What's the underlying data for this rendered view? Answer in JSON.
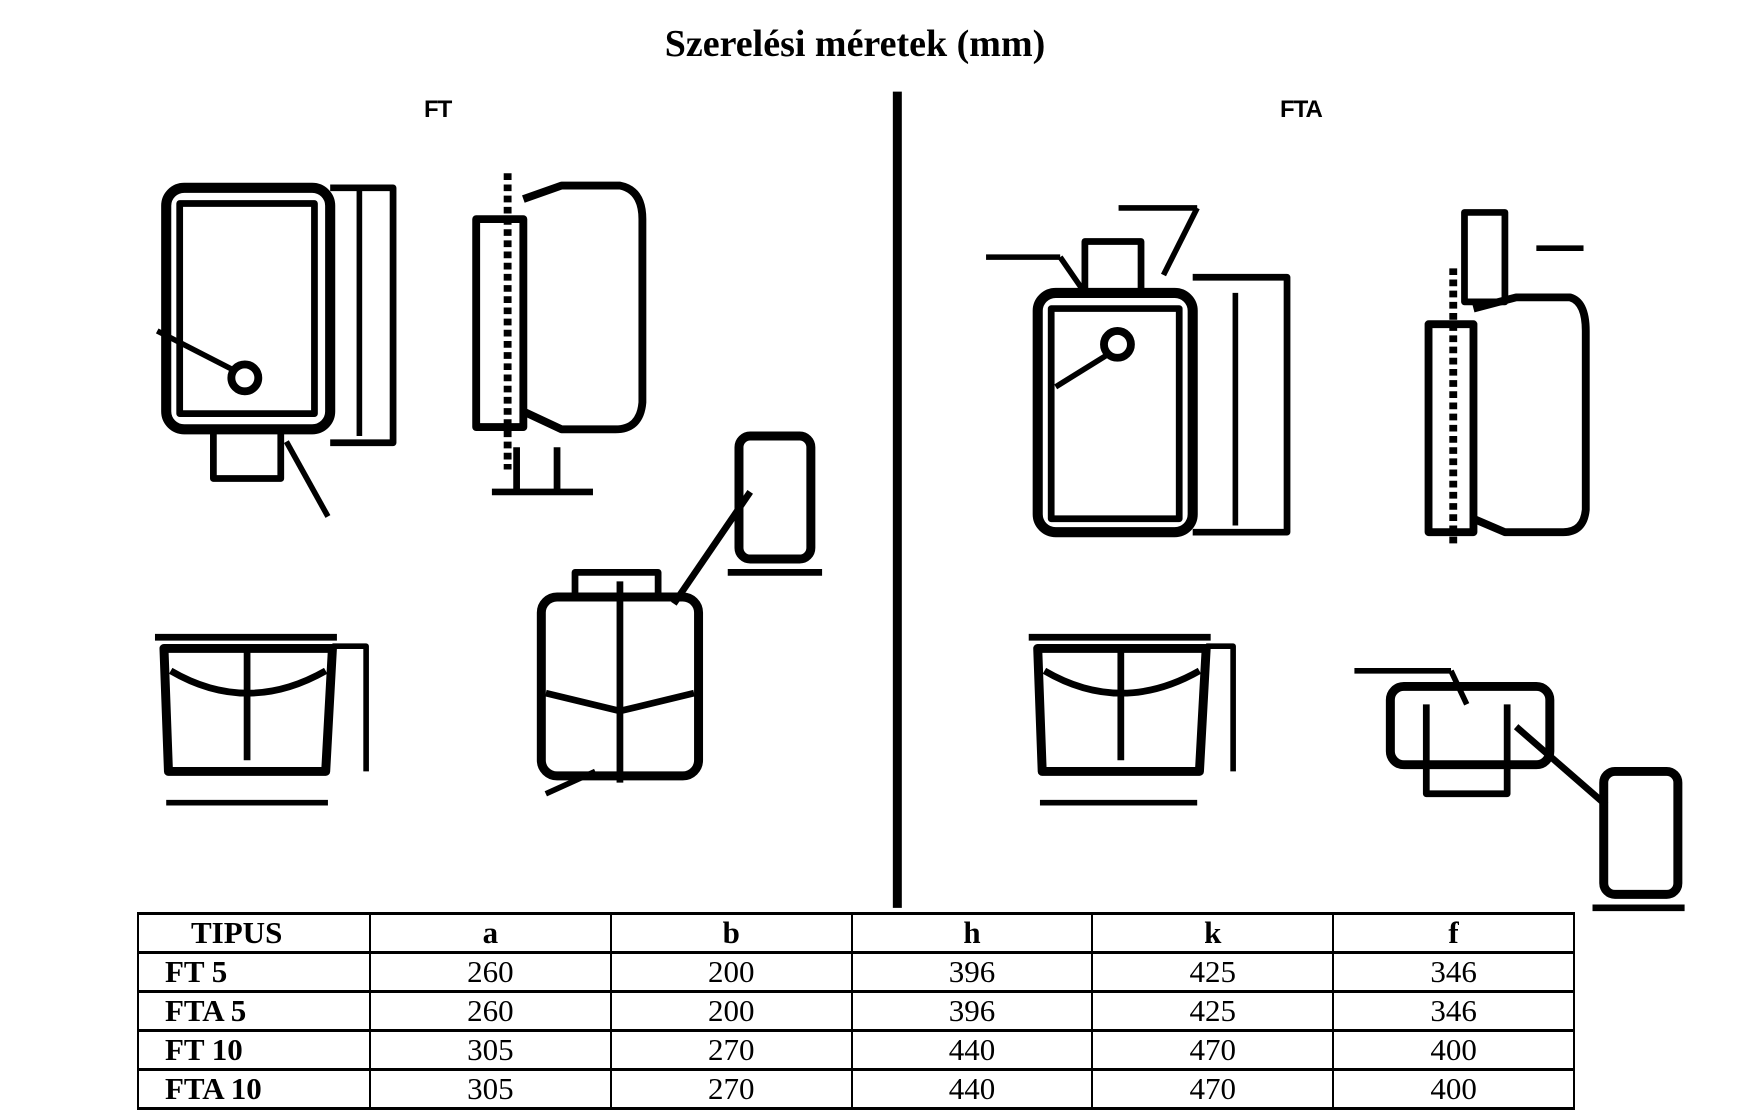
{
  "title": "Szerelési méretek (mm)",
  "sections": {
    "left": "FT",
    "right": "FTA"
  },
  "table": {
    "headers": [
      "TIPUS",
      "a",
      "b",
      "h",
      "k",
      "f"
    ],
    "rows": [
      [
        "FT 5",
        "260",
        "200",
        "396",
        "425",
        "346"
      ],
      [
        "FTA 5",
        "260",
        "200",
        "396",
        "425",
        "346"
      ],
      [
        "FT 10",
        "305",
        "270",
        "440",
        "470",
        "400"
      ],
      [
        "FTA 10",
        "305",
        "270",
        "440",
        "470",
        "400"
      ]
    ]
  }
}
